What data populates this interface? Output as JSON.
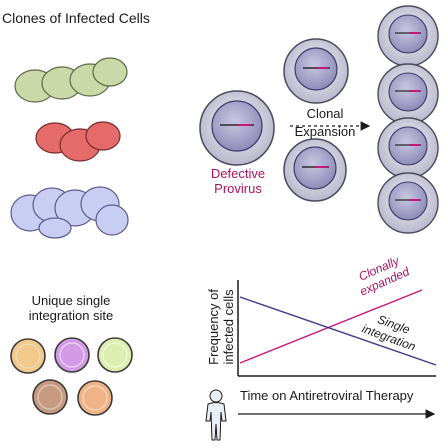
{
  "title": "Clones of Infected Cells",
  "unique_label_line1": "Unique single",
  "unique_label_line2": "integration site",
  "defective_line1": "Defective",
  "defective_line2": "Provirus",
  "clonal_line1": "Clonal",
  "clonal_line2": "Expansion",
  "chart": {
    "ylabel_line1": "Frequency of",
    "ylabel_line2": "infected cells",
    "xlabel": "Time on Antiretroviral Therapy",
    "clonally_expanded_label": "Clonally expanded",
    "single_integration_label": "Single integration"
  },
  "colors": {
    "green_clone": "#c9d9a8",
    "red_clone": "#e56b6b",
    "blue_clone": "#c9cdf2",
    "cell_membrane": "#c4c4d6",
    "nucleus": "#a5a4c6",
    "provirus_magenta": "#c8157a",
    "rising_line": "#c8157a",
    "falling_line": "#3d3a8a"
  },
  "unique_cell_colors": [
    "#f2c988",
    "#d29ae4",
    "#dcefb0",
    "#c69a80",
    "#f0b388"
  ],
  "icons": [
    "person-icon",
    "arrow-right-icon",
    "dashed-arrow-icon"
  ]
}
